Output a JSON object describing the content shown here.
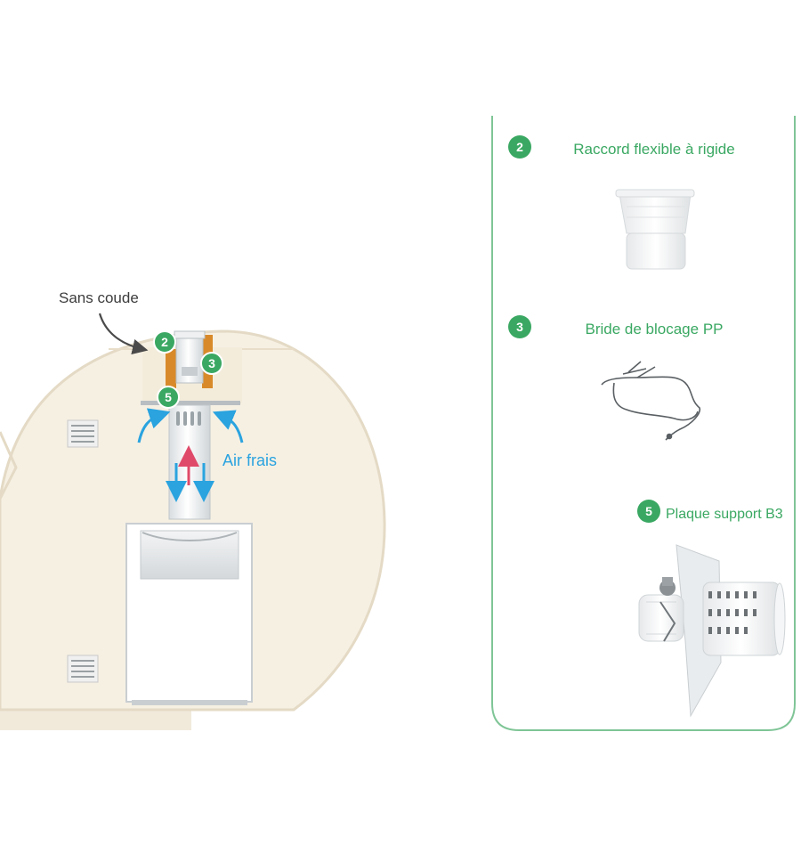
{
  "diagram": {
    "sans_coude_label": "Sans coude",
    "air_label": "Air frais",
    "markers": {
      "m2": "2",
      "m3": "3",
      "m5": "5"
    }
  },
  "parts_panel": {
    "items": [
      {
        "number": "2",
        "label": "Raccord flexible à rigide"
      },
      {
        "number": "3",
        "label": "Bride de blocage PP"
      },
      {
        "number": "5",
        "label": "Plaque support B3"
      }
    ]
  },
  "colors": {
    "accent_green": "#3aa862",
    "panel_border": "#7fc596",
    "cream": "#f5efe2",
    "cream_stroke": "#e7ddc8",
    "air_blue": "#2aa3df",
    "exhaust_red": "#e04a6a",
    "flex_orange": "#d88a2a"
  }
}
